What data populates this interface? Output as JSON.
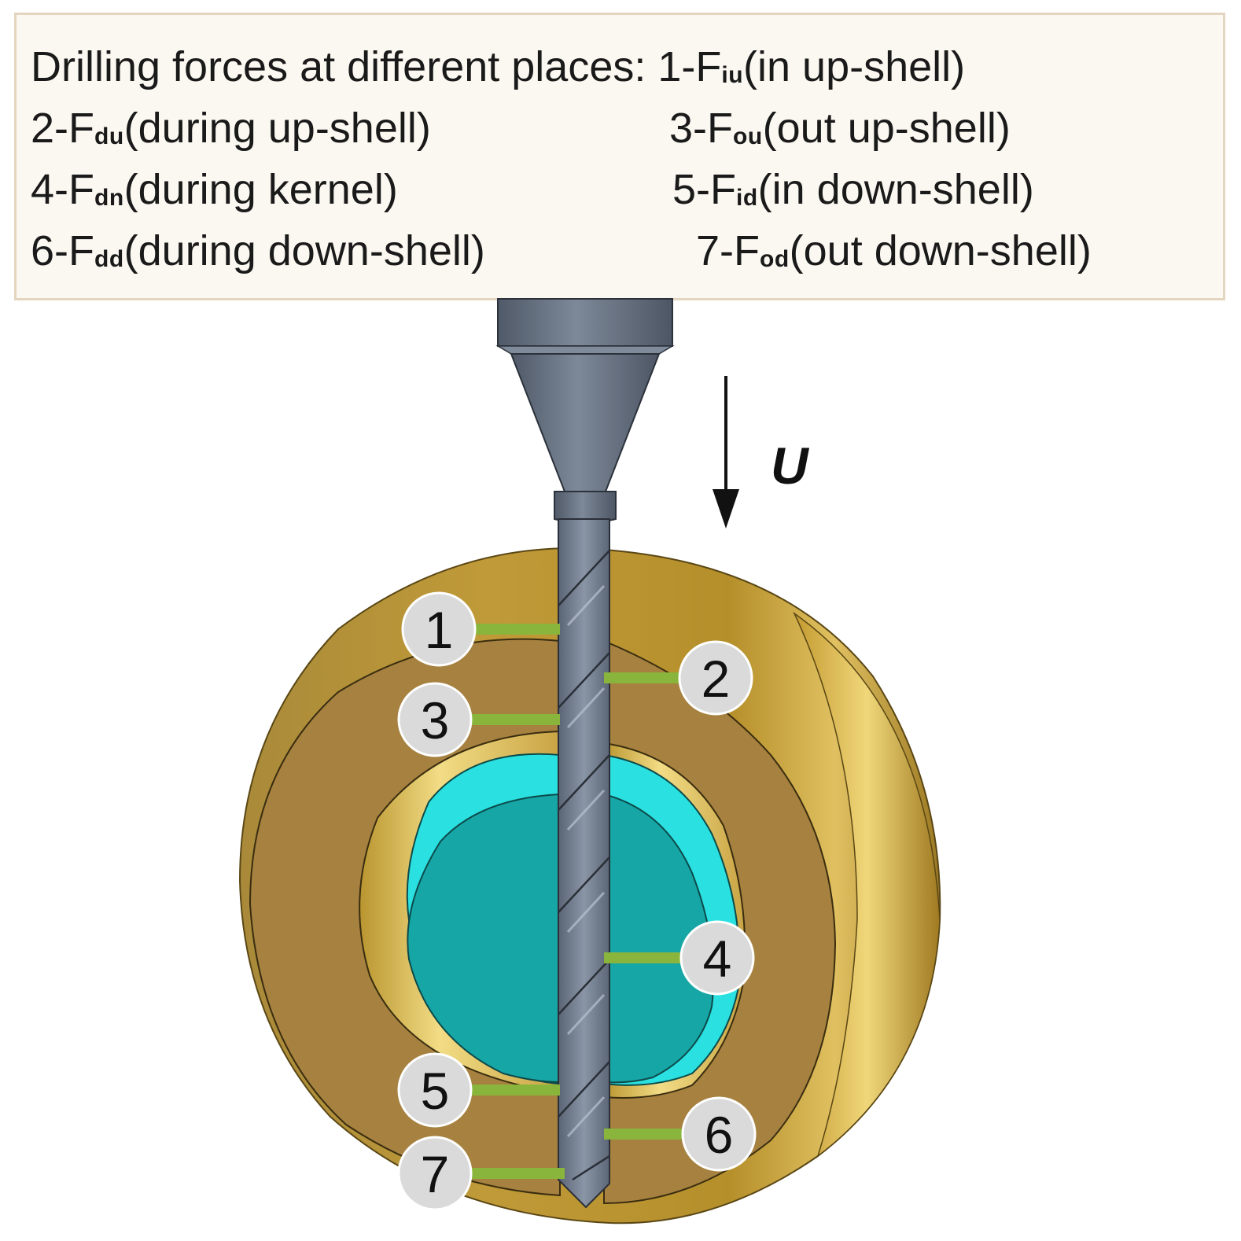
{
  "legend": {
    "title": {
      "prefix": "Drilling forces at different places: 1-F",
      "sub": "iu",
      "suffix": "(in up-shell)"
    },
    "rows": [
      [
        {
          "prefix": "2-F",
          "sub": "du",
          "suffix": "(during up-shell)"
        },
        {
          "prefix": "3-F",
          "sub": "ou",
          "suffix": "(out up-shell)"
        }
      ],
      [
        {
          "prefix": "4-F",
          "sub": "dn",
          "suffix": "(during kernel)"
        },
        {
          "prefix": "5-F",
          "sub": "id",
          "suffix": "(in down-shell)"
        }
      ],
      [
        {
          "prefix": "6-F",
          "sub": "dd",
          "suffix": "(during down-shell)"
        },
        {
          "prefix": "7-F",
          "sub": "od",
          "suffix": "(out down-shell)"
        }
      ]
    ]
  },
  "feed_label": "U",
  "markers": [
    "1",
    "2",
    "3",
    "4",
    "5",
    "6",
    "7"
  ],
  "colors": {
    "shell": "#b8902e",
    "shell_cut": "#a67f3c",
    "kernel": "#1aa5a5",
    "kernel_highlight": "#2be5e5",
    "drill": "#6a7585",
    "marker_line": "#8ab53c",
    "marker_circle": "#dadada"
  }
}
